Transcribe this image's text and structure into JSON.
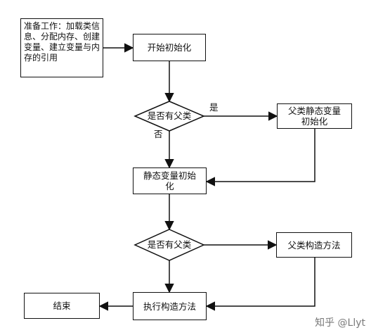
{
  "nodes": {
    "prep": "准备工作：加载类信息、分配内存、创建变量、建立变量与内存的引用",
    "start_init": "开始初始化",
    "decision1": "是否有父类",
    "parent_static_init": "父类静态变量初始化",
    "static_init": "静态变量初始化",
    "decision2": "是否有父类",
    "parent_constructor": "父类构造方法",
    "constructor": "执行构造方法",
    "end": "结束"
  },
  "edge_labels": {
    "yes": "是",
    "no": "否"
  },
  "watermark": "知乎 @Llyt"
}
